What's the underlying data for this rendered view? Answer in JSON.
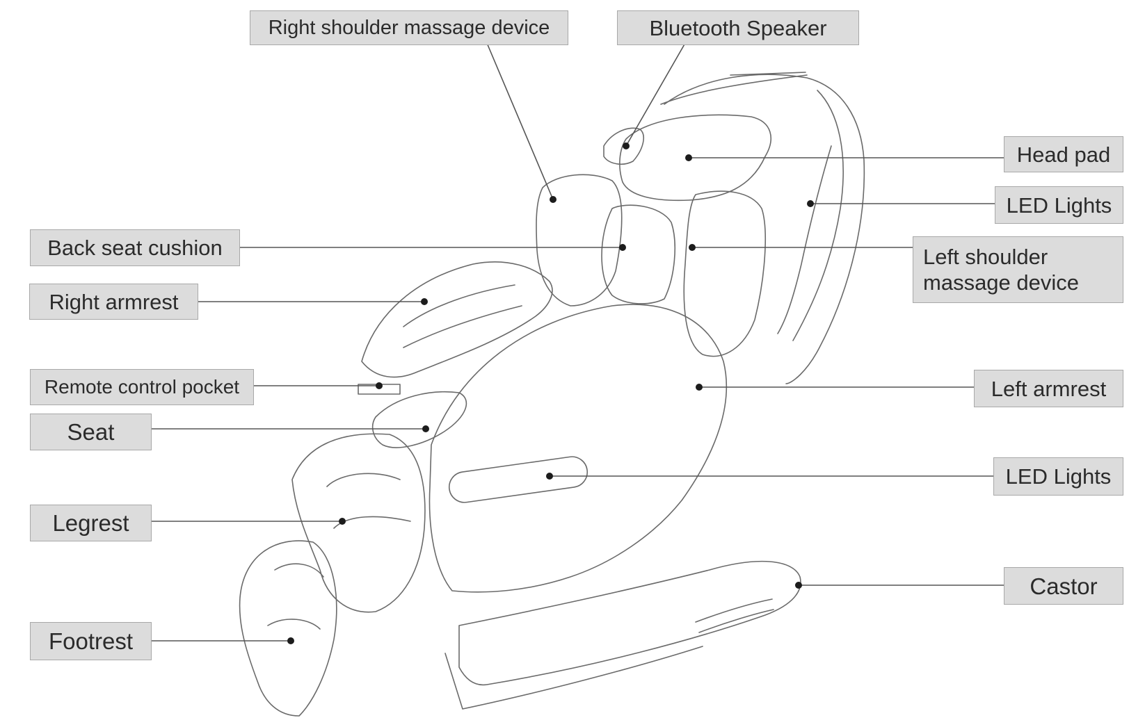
{
  "labels": {
    "right_shoulder": "Right shoulder massage device",
    "bluetooth": "Bluetooth Speaker",
    "head_pad": "Head pad",
    "led_top": "LED Lights",
    "back_cushion": "Back seat cushion",
    "left_shoulder_line1": "Left shoulder",
    "left_shoulder_line2": "massage device",
    "right_armrest": "Right armrest",
    "remote_pocket": "Remote control pocket",
    "left_armrest": "Left armrest",
    "seat": "Seat",
    "led_bottom": "LED Lights",
    "legrest": "Legrest",
    "castor": "Castor",
    "footrest": "Footrest"
  }
}
